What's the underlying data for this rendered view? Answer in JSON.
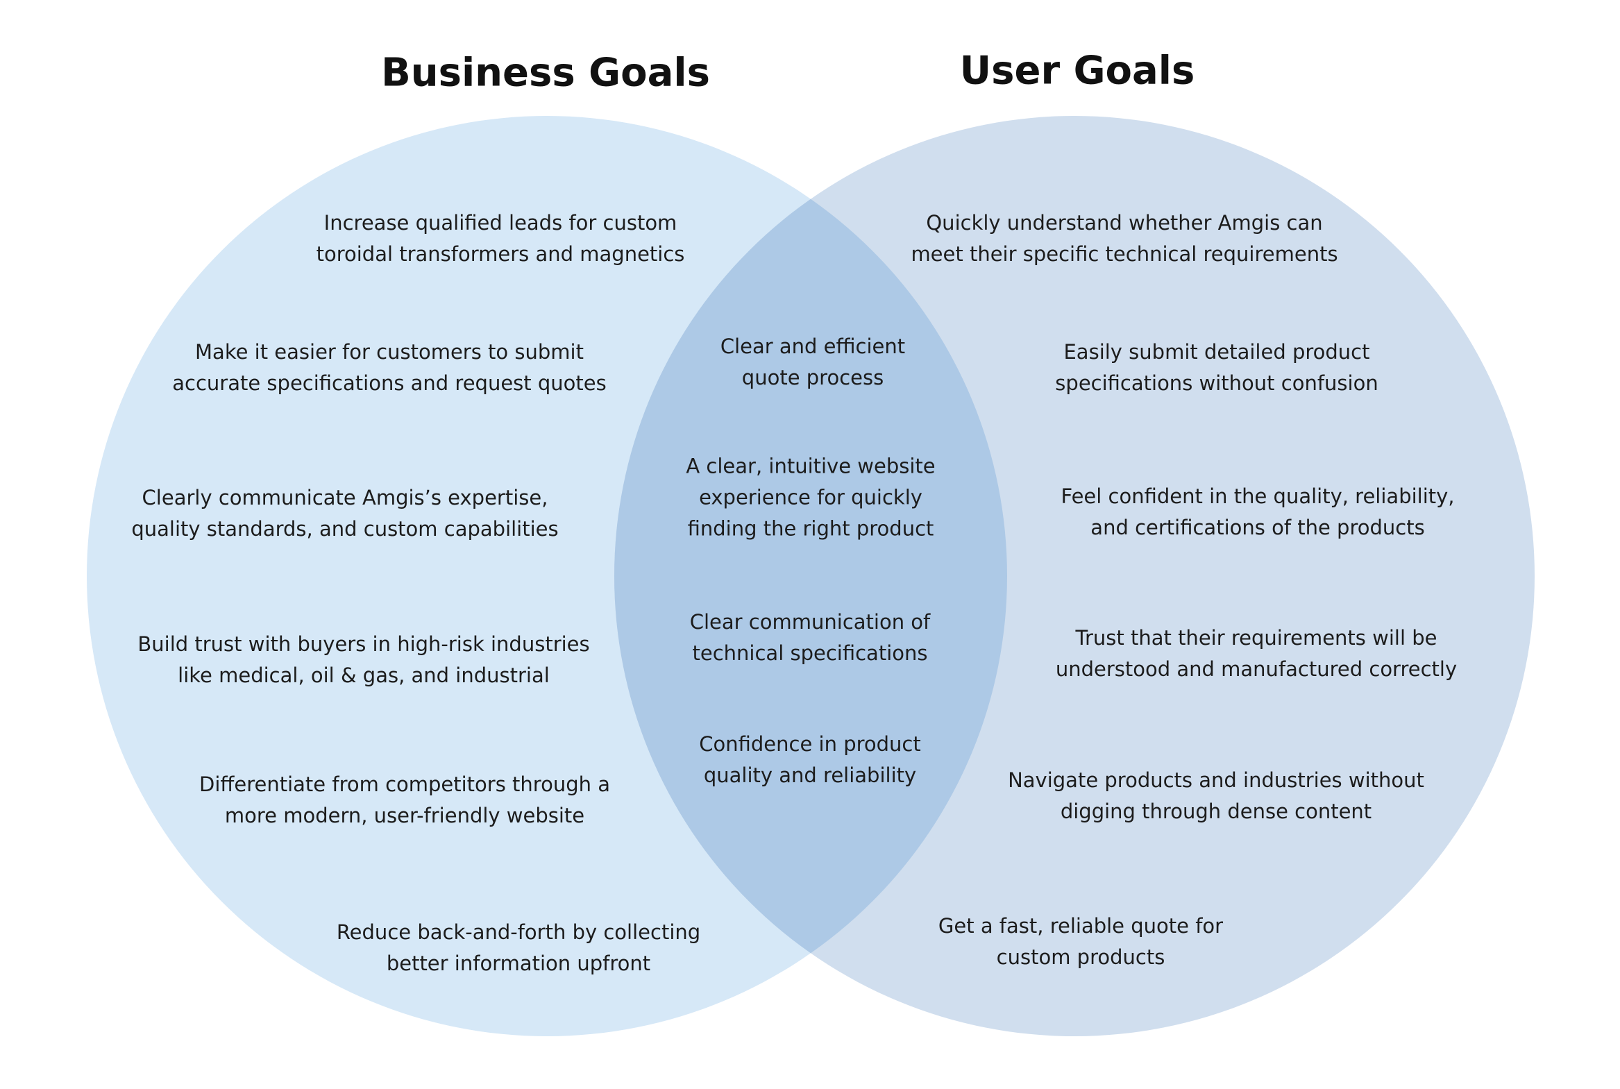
{
  "colors": {
    "left": "#d6e8f7",
    "right": "#d0deee",
    "overlap": "#adc9e6"
  },
  "left": {
    "title": "Business Goals",
    "items": [
      "Increase qualified leads for custom\ntoroidal transformers and magnetics",
      "Make it easier for customers to submit\naccurate specifications and request quotes",
      "Clearly communicate Amgis’s expertise,\nquality standards, and custom capabilities",
      "Build trust with buyers in high-risk industries\nlike medical, oil & gas, and industrial",
      "Differentiate from competitors through a\nmore modern, user-friendly website",
      "Reduce back-and-forth by collecting\nbetter information upfront"
    ]
  },
  "overlap": {
    "items": [
      "Clear and efficient\nquote process",
      "A clear, intuitive website\nexperience for quickly\nfinding the right product",
      "Clear communication of\ntechnical specifications",
      "Confidence in product\nquality and reliability"
    ]
  },
  "right": {
    "title": "User Goals",
    "items": [
      "Quickly understand whether Amgis can\nmeet their specific technical requirements",
      "Easily submit detailed product\nspecifications without confusion",
      "Feel confident in the quality, reliability,\nand certifications of the products",
      "Trust that their requirements will be\nunderstood and manufactured correctly",
      "Navigate products and industries without\ndigging through dense content",
      "Get a fast, reliable quote for\ncustom products"
    ]
  }
}
